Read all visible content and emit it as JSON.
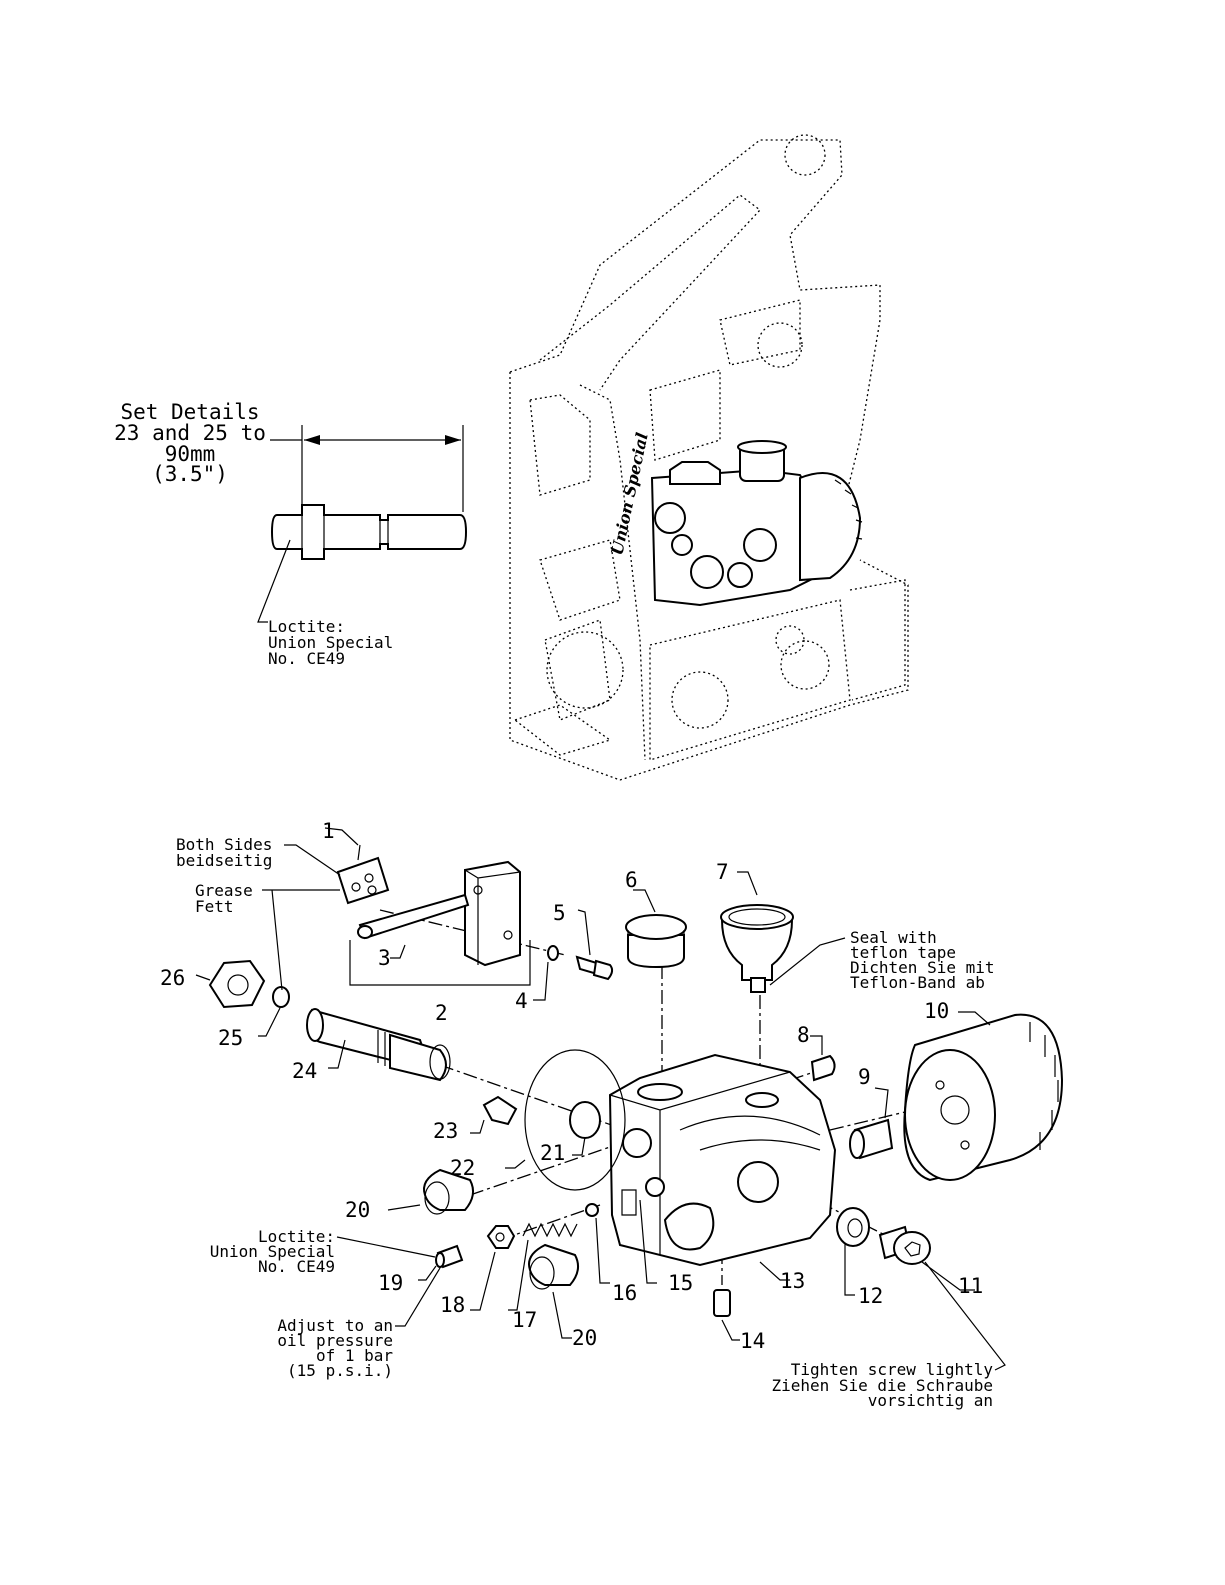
{
  "set_details": {
    "lines": [
      "Set Details",
      "23 and 25 to",
      "90mm",
      "(3.5\")"
    ]
  },
  "loctite_top": {
    "lines": [
      "Loctite:",
      "Union Special",
      "No. CE49"
    ]
  },
  "brand_text": "Union Special",
  "both_sides": {
    "lines": [
      "Both Sides",
      "beidseitig"
    ]
  },
  "grease": {
    "lines": [
      "Grease",
      "Fett"
    ]
  },
  "seal_note": {
    "lines": [
      "Seal with",
      "teflon tape",
      "Dichten Sie mit",
      "Teflon-Band ab"
    ]
  },
  "loctite_bottom": {
    "lines": [
      "Loctite:",
      "Union Special",
      "No. CE49"
    ]
  },
  "adjust_note": {
    "lines": [
      "Adjust to an",
      "oil pressure",
      "of 1 bar",
      "(15 p.s.i.)"
    ]
  },
  "tighten_note": {
    "lines": [
      "Tighten screw lightly",
      "Ziehen Sie die Schraube",
      "vorsichtig an"
    ]
  },
  "callouts": [
    "1",
    "2",
    "3",
    "4",
    "5",
    "6",
    "7",
    "8",
    "9",
    "10",
    "11",
    "12",
    "13",
    "14",
    "15",
    "16",
    "17",
    "18",
    "19",
    "20",
    "20",
    "21",
    "22",
    "23",
    "24",
    "25",
    "26"
  ],
  "icons": {
    "frame": "machine-housing-icon",
    "shaft": "shaft-icon",
    "filter": "oil-filter-icon",
    "cup": "oil-cup-icon",
    "plug": "plug-icon",
    "nut": "hex-nut-icon",
    "spring": "spring-icon"
  }
}
